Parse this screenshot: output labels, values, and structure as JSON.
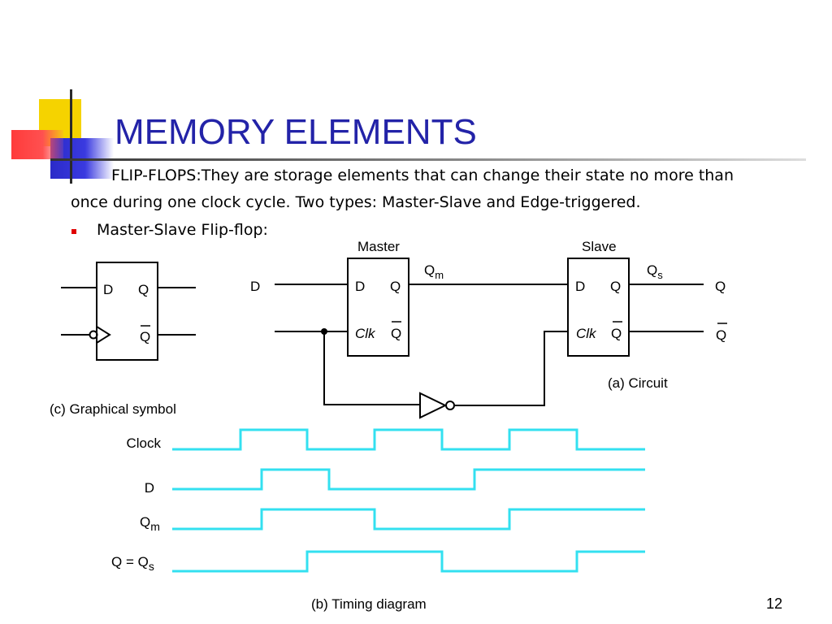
{
  "slide": {
    "title": "MEMORY ELEMENTS",
    "line1": "FLIP-FLOPS:They are storage elements that can change their state no more than",
    "line2": "once during one clock cycle. Two types: Master-Slave and Edge-triggered.",
    "bullet": "Master-Slave Flip-flop:",
    "page_number": "12"
  },
  "symbol": {
    "d": "D",
    "q": "Q",
    "qbar": "Q",
    "caption": "(c) Graphical symbol"
  },
  "circuit": {
    "master_label": "Master",
    "slave_label": "Slave",
    "input_d": "D",
    "master": {
      "d": "D",
      "q": "Q",
      "clk": "Clk",
      "qbar": "Q"
    },
    "slave": {
      "d": "D",
      "q": "Q",
      "clk": "Clk",
      "qbar": "Q"
    },
    "qm": "Q",
    "qm_sub": "m",
    "qs": "Q",
    "qs_sub": "s",
    "out_q": "Q",
    "out_qbar": "Q",
    "caption": "(a) Circuit"
  },
  "timing": {
    "caption": "(b) Timing diagram",
    "signals": [
      {
        "label": "Clock",
        "sub": ""
      },
      {
        "label": "D",
        "sub": ""
      },
      {
        "label": "Q",
        "sub": "m"
      },
      {
        "label": "Q = Q",
        "sub": "s"
      }
    ],
    "color": "#33e0f0"
  }
}
